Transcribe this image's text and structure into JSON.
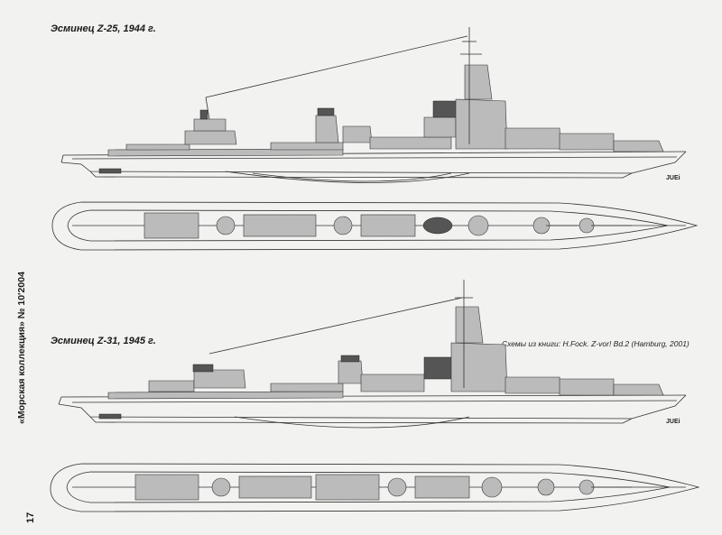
{
  "drawing_1": {
    "title": "Эсминец Z-25, 1944 г.",
    "signature": "JUEi"
  },
  "drawing_2": {
    "title": "Эсминец Z-31, 1945 г.",
    "signature": "JUEi"
  },
  "source_credit": "Схемы из книги: H.Fock. Z-vor! Bd.2 (Hamburg, 2001)",
  "magazine_spine": "«Морская коллекция» № 10'2004",
  "page_number": "17"
}
